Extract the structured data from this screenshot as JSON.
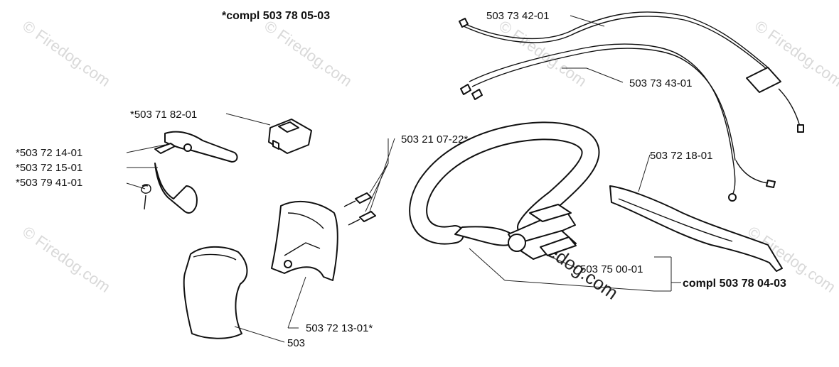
{
  "watermark": "© Firedog.com",
  "center_watermark": "firedog.com",
  "kits": {
    "top": "*compl 503 78 05-03",
    "right": "compl 503 78 04-03"
  },
  "parts": {
    "p1": "503 73 42-01",
    "p2": "503 73 43-01",
    "p3": "*503 71 82-01",
    "p4": "*503 72 14-01",
    "p5": "*503 72 15-01",
    "p6": "*503 79 41-01",
    "p7": "503 21 07-22*",
    "p8": "503 72 18-01",
    "p9": "503 75 00-01",
    "p10": "503 72 13-01*",
    "p11": "503"
  }
}
